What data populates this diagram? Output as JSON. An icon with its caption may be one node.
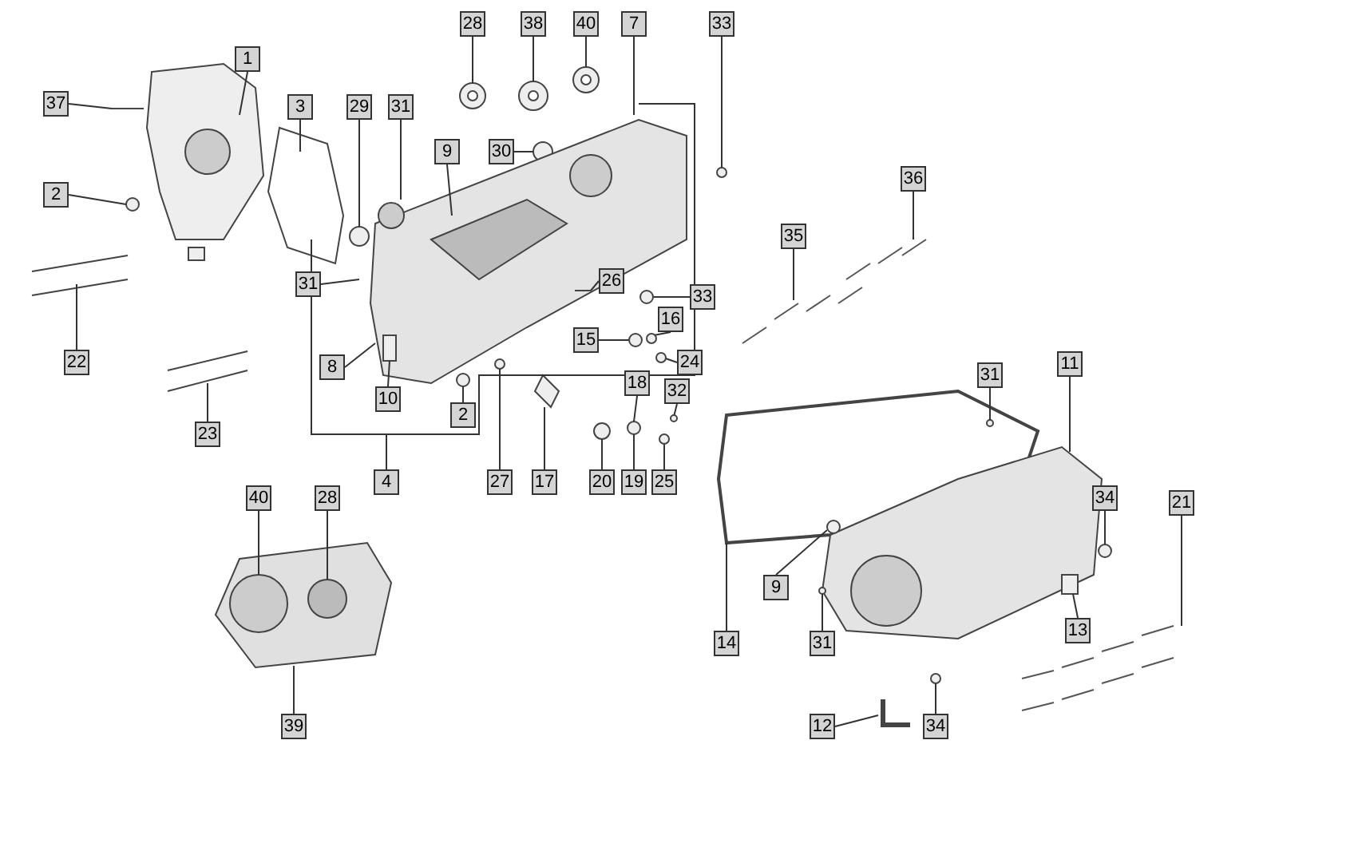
{
  "diagram": {
    "nodes": [
      {
        "text": [
          "1"
        ]
      },
      {
        "text": [
          "37"
        ]
      },
      {
        "text": [
          "3"
        ]
      },
      {
        "text": [
          "29"
        ]
      },
      {
        "text": [
          "31"
        ]
      },
      {
        "text": [
          "28"
        ]
      },
      {
        "text": [
          "38"
        ]
      },
      {
        "text": [
          "40"
        ]
      },
      {
        "text": [
          "7"
        ]
      },
      {
        "text": [
          "33"
        ]
      },
      {
        "text": [
          "9"
        ]
      },
      {
        "text": [
          "30"
        ]
      },
      {
        "text": [
          "2"
        ]
      },
      {
        "text": [
          "36"
        ]
      },
      {
        "text": [
          "35"
        ]
      },
      {
        "text": [
          "31"
        ]
      },
      {
        "text": [
          "26"
        ]
      },
      {
        "text": [
          "33"
        ]
      },
      {
        "text": [
          "15"
        ]
      },
      {
        "text": [
          "16"
        ]
      },
      {
        "text": [
          "24"
        ]
      },
      {
        "text": [
          "8"
        ]
      },
      {
        "text": [
          "22"
        ]
      },
      {
        "text": [
          "10"
        ]
      },
      {
        "text": [
          "18"
        ]
      },
      {
        "text": [
          "32"
        ]
      },
      {
        "text": [
          "31"
        ]
      },
      {
        "text": [
          "11"
        ]
      },
      {
        "text": [
          "23"
        ]
      },
      {
        "text": [
          "2"
        ]
      },
      {
        "text": [
          "4"
        ]
      },
      {
        "text": [
          "27"
        ]
      },
      {
        "text": [
          "17"
        ]
      },
      {
        "text": [
          "20"
        ]
      },
      {
        "text": [
          "19"
        ]
      },
      {
        "text": [
          "25"
        ]
      },
      {
        "text": [
          "40"
        ]
      },
      {
        "text": [
          "28"
        ]
      },
      {
        "text": [
          "34"
        ]
      },
      {
        "text": [
          "21"
        ]
      },
      {
        "text": [
          "9"
        ]
      },
      {
        "text": [
          "13"
        ]
      },
      {
        "text": [
          "14"
        ]
      },
      {
        "text": [
          "31"
        ]
      },
      {
        "text": [
          "39"
        ]
      },
      {
        "text": [
          "34"
        ]
      },
      {
        "text": [
          "12"
        ]
      },
      {
        "text": [],
        "shape": "circle"
      },
      {
        "text": [],
        "shape": "circle"
      },
      {
        "text": [],
        "shape": "circle"
      },
      {
        "text": [],
        "shape": "circle"
      },
      {
        "text": [],
        "shape": "circle"
      },
      {
        "text": [],
        "shape": "circle"
      }
    ],
    "edges": [
      {
        "from": 0,
        "to": null,
        "arrow": "none"
      },
      {
        "from": 1,
        "to": null,
        "arrow": "none"
      },
      {
        "from": 2,
        "to": null,
        "arrow": "none"
      },
      {
        "from": 3,
        "to": null,
        "arrow": "none"
      },
      {
        "from": 4,
        "to": null,
        "arrow": "none"
      },
      {
        "from": 5,
        "to": null,
        "arrow": "none"
      },
      {
        "from": 6,
        "to": null,
        "arrow": "none"
      },
      {
        "from": 7,
        "to": null,
        "arrow": "none"
      },
      {
        "from": 8,
        "to": null,
        "arrow": "none"
      },
      {
        "from": 9,
        "to": null,
        "arrow": "none"
      },
      {
        "from": 10,
        "to": null,
        "arrow": "none"
      },
      {
        "from": 11,
        "to": null,
        "arrow": "none"
      },
      {
        "from": 12,
        "to": null,
        "arrow": "none"
      },
      {
        "from": 13,
        "to": null,
        "arrow": "none"
      },
      {
        "from": 14,
        "to": null,
        "arrow": "none"
      },
      {
        "from": 15,
        "to": null,
        "arrow": "none"
      },
      {
        "from": 16,
        "to": null,
        "arrow": "none"
      },
      {
        "from": 17,
        "to": 47,
        "arrow": "none"
      },
      {
        "from": 18,
        "to": 48,
        "arrow": "none"
      },
      {
        "from": 19,
        "to": 51,
        "arrow": "none"
      },
      {
        "from": 20,
        "to": 49,
        "arrow": "none"
      },
      {
        "from": 21,
        "to": null,
        "arrow": "none"
      },
      {
        "from": 22,
        "to": null,
        "arrow": "none"
      },
      {
        "from": 23,
        "to": null,
        "arrow": "none"
      },
      {
        "from": 24,
        "to": null,
        "arrow": "none"
      },
      {
        "from": 25,
        "to": 52,
        "arrow": "none"
      },
      {
        "from": 26,
        "to": null,
        "arrow": "none"
      },
      {
        "from": 27,
        "to": null,
        "arrow": "none"
      },
      {
        "from": 28,
        "to": null,
        "arrow": "none"
      },
      {
        "from": 29,
        "to": null,
        "arrow": "none"
      },
      {
        "from": 30,
        "to": null,
        "arrow": "none"
      },
      {
        "from": 31,
        "to": null,
        "arrow": "none"
      },
      {
        "from": 32,
        "to": null,
        "arrow": "none"
      },
      {
        "from": 33,
        "to": null,
        "arrow": "none"
      },
      {
        "from": 34,
        "to": null,
        "arrow": "none"
      },
      {
        "from": 35,
        "to": 50,
        "arrow": "none"
      },
      {
        "from": 36,
        "to": null,
        "arrow": "none"
      },
      {
        "from": 37,
        "to": null,
        "arrow": "none"
      },
      {
        "from": 38,
        "to": null,
        "arrow": "none"
      },
      {
        "from": 39,
        "to": null,
        "arrow": "none"
      },
      {
        "from": 40,
        "to": null,
        "arrow": "none"
      },
      {
        "from": 41,
        "to": null,
        "arrow": "none"
      },
      {
        "from": 42,
        "to": null,
        "arrow": "none"
      },
      {
        "from": 43,
        "to": null,
        "arrow": "none"
      },
      {
        "from": 44,
        "to": null,
        "arrow": "none"
      },
      {
        "from": 45,
        "to": null,
        "arrow": "none"
      },
      {
        "from": 46,
        "to": null,
        "arrow": "none"
      }
    ]
  }
}
